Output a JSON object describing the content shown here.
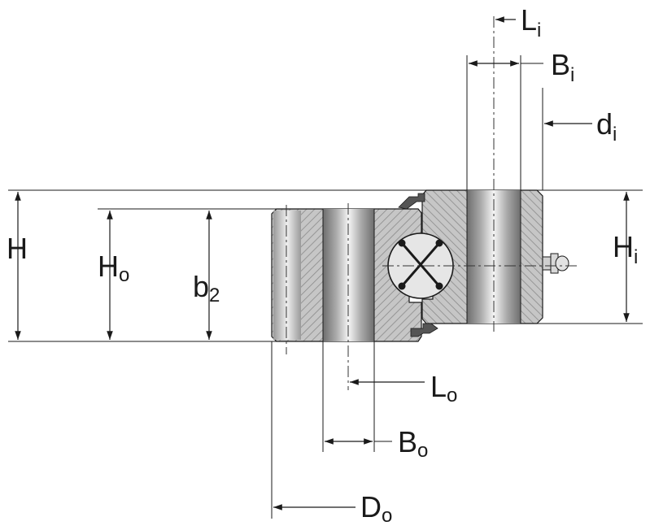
{
  "labels": {
    "H": {
      "main": "H",
      "sub": ""
    },
    "Ho": {
      "main": "H",
      "sub": "o"
    },
    "b2": {
      "main": "b",
      "sub": "2"
    },
    "Hi": {
      "main": "H",
      "sub": "i"
    },
    "Li": {
      "main": "L",
      "sub": "i"
    },
    "Bi": {
      "main": "B",
      "sub": "i"
    },
    "di": {
      "main": "d",
      "sub": "i"
    },
    "Lo": {
      "main": "L",
      "sub": "o"
    },
    "Bo": {
      "main": "B",
      "sub": "o"
    },
    "Do": {
      "main": "D",
      "sub": "o"
    }
  },
  "colors": {
    "line": "#1a1a1a",
    "ring_fill": "#c9c9c9",
    "ring_hatch": "#8a8a8a",
    "bore_light": "#f2f2f2",
    "bore_dark": "#6e6e6e",
    "roller_fill": "#dcdcdc",
    "seal": "#555555"
  }
}
